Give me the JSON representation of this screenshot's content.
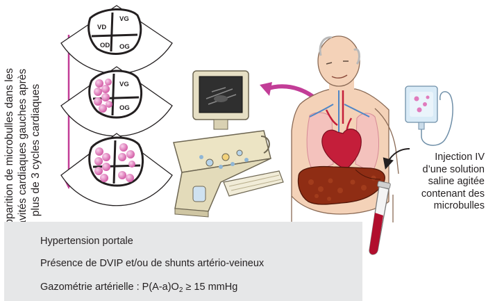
{
  "echo_panels": [
    {
      "chambers": {
        "vg": "VG",
        "vd": "VD",
        "od": "OD",
        "og": "OG"
      }
    },
    {
      "chambers": {
        "vg": "VG",
        "og": "OG"
      }
    },
    {
      "chambers": {}
    }
  ],
  "vertical_caption": {
    "lines": [
      "Apparition de microbulles dans les",
      "cavités cardiaques gauches après",
      "plus de 3 cycles cardiaques"
    ]
  },
  "injection_caption": {
    "lines": [
      "Injection IV",
      "d’une solution",
      "saline agitée",
      "contenant des",
      "microbulles"
    ]
  },
  "criteria": {
    "line1": "Hypertension portale",
    "line2": "Présence de DVIP et/ou de shunts artério-veineux",
    "line3_prefix": "Gazométrie artérielle : P(A-a)O",
    "line3_sub": "2",
    "line3_suffix": " ≥ 15 mmHg"
  },
  "colors": {
    "microbubble": "#e07bbd",
    "arrow_magenta": "#c23d97",
    "heart": "#c41e3a",
    "liver": "#8f2d14",
    "skin": "#f4d2b8",
    "machine": "#ece4c4",
    "criteria_bg": "#e6e7e8"
  }
}
